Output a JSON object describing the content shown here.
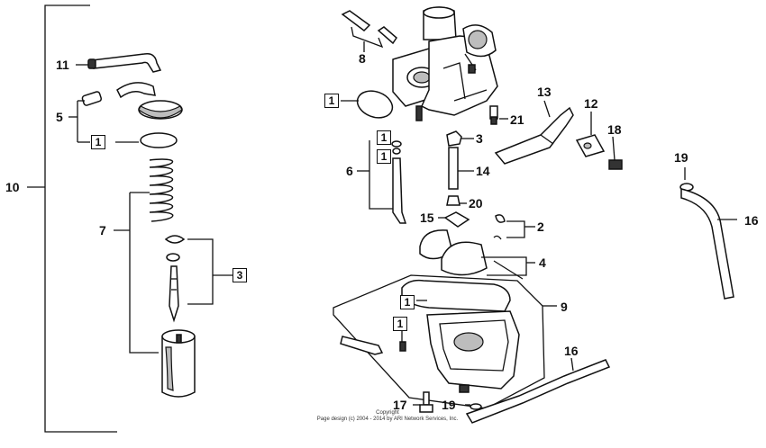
{
  "callouts": {
    "c10": "10",
    "c11": "11",
    "c5": "5",
    "c7": "7",
    "c8": "8",
    "c13": "13",
    "c12": "12",
    "c18": "18",
    "c21": "21",
    "c3": "3",
    "c6": "6",
    "c14": "14",
    "c20": "20",
    "c15": "15",
    "c2": "2",
    "c4": "4",
    "c9": "9",
    "c16a": "16",
    "c19a": "19",
    "c16b": "16",
    "c19b": "19",
    "c17": "17"
  },
  "boxed": {
    "b1_left": "1",
    "b3_left": "3",
    "b1_top": "1",
    "b1_a": "1",
    "b1_b": "1",
    "b1_bowl": "1",
    "b1_drain": "1"
  },
  "copyright": {
    "line1": "Copyright",
    "line2": "Page design (c) 2004 - 2014 by ARI Network Services, Inc."
  }
}
